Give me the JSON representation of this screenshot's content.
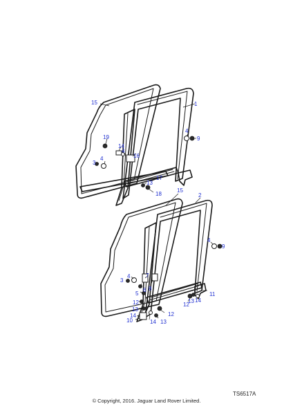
{
  "diagram": {
    "reference_code": "TS6517A",
    "copyright": "© Copyright, 2016. Jaguar Land Rover Limited.",
    "callouts": {
      "c1": "1",
      "c2": "2",
      "c3a": "3",
      "c3b": "3",
      "c4a": "4",
      "c4b": "4",
      "c4c": "4",
      "c4d": "4",
      "c4e": "4",
      "c5": "5",
      "c6": "6",
      "c7": "7",
      "c8": "8",
      "c9a": "9",
      "c9b": "9",
      "c10": "10",
      "c11": "11",
      "c12a": "12",
      "c12b": "12",
      "c12c": "12",
      "c13a": "13",
      "c13b": "13",
      "c13c": "13",
      "c13d": "13",
      "c14a": "14",
      "c14b": "14",
      "c14c": "14",
      "c14d": "14",
      "c15a": "15",
      "c15b": "15",
      "c16": "16",
      "c17": "17",
      "c18": "18",
      "c19": "19"
    }
  }
}
